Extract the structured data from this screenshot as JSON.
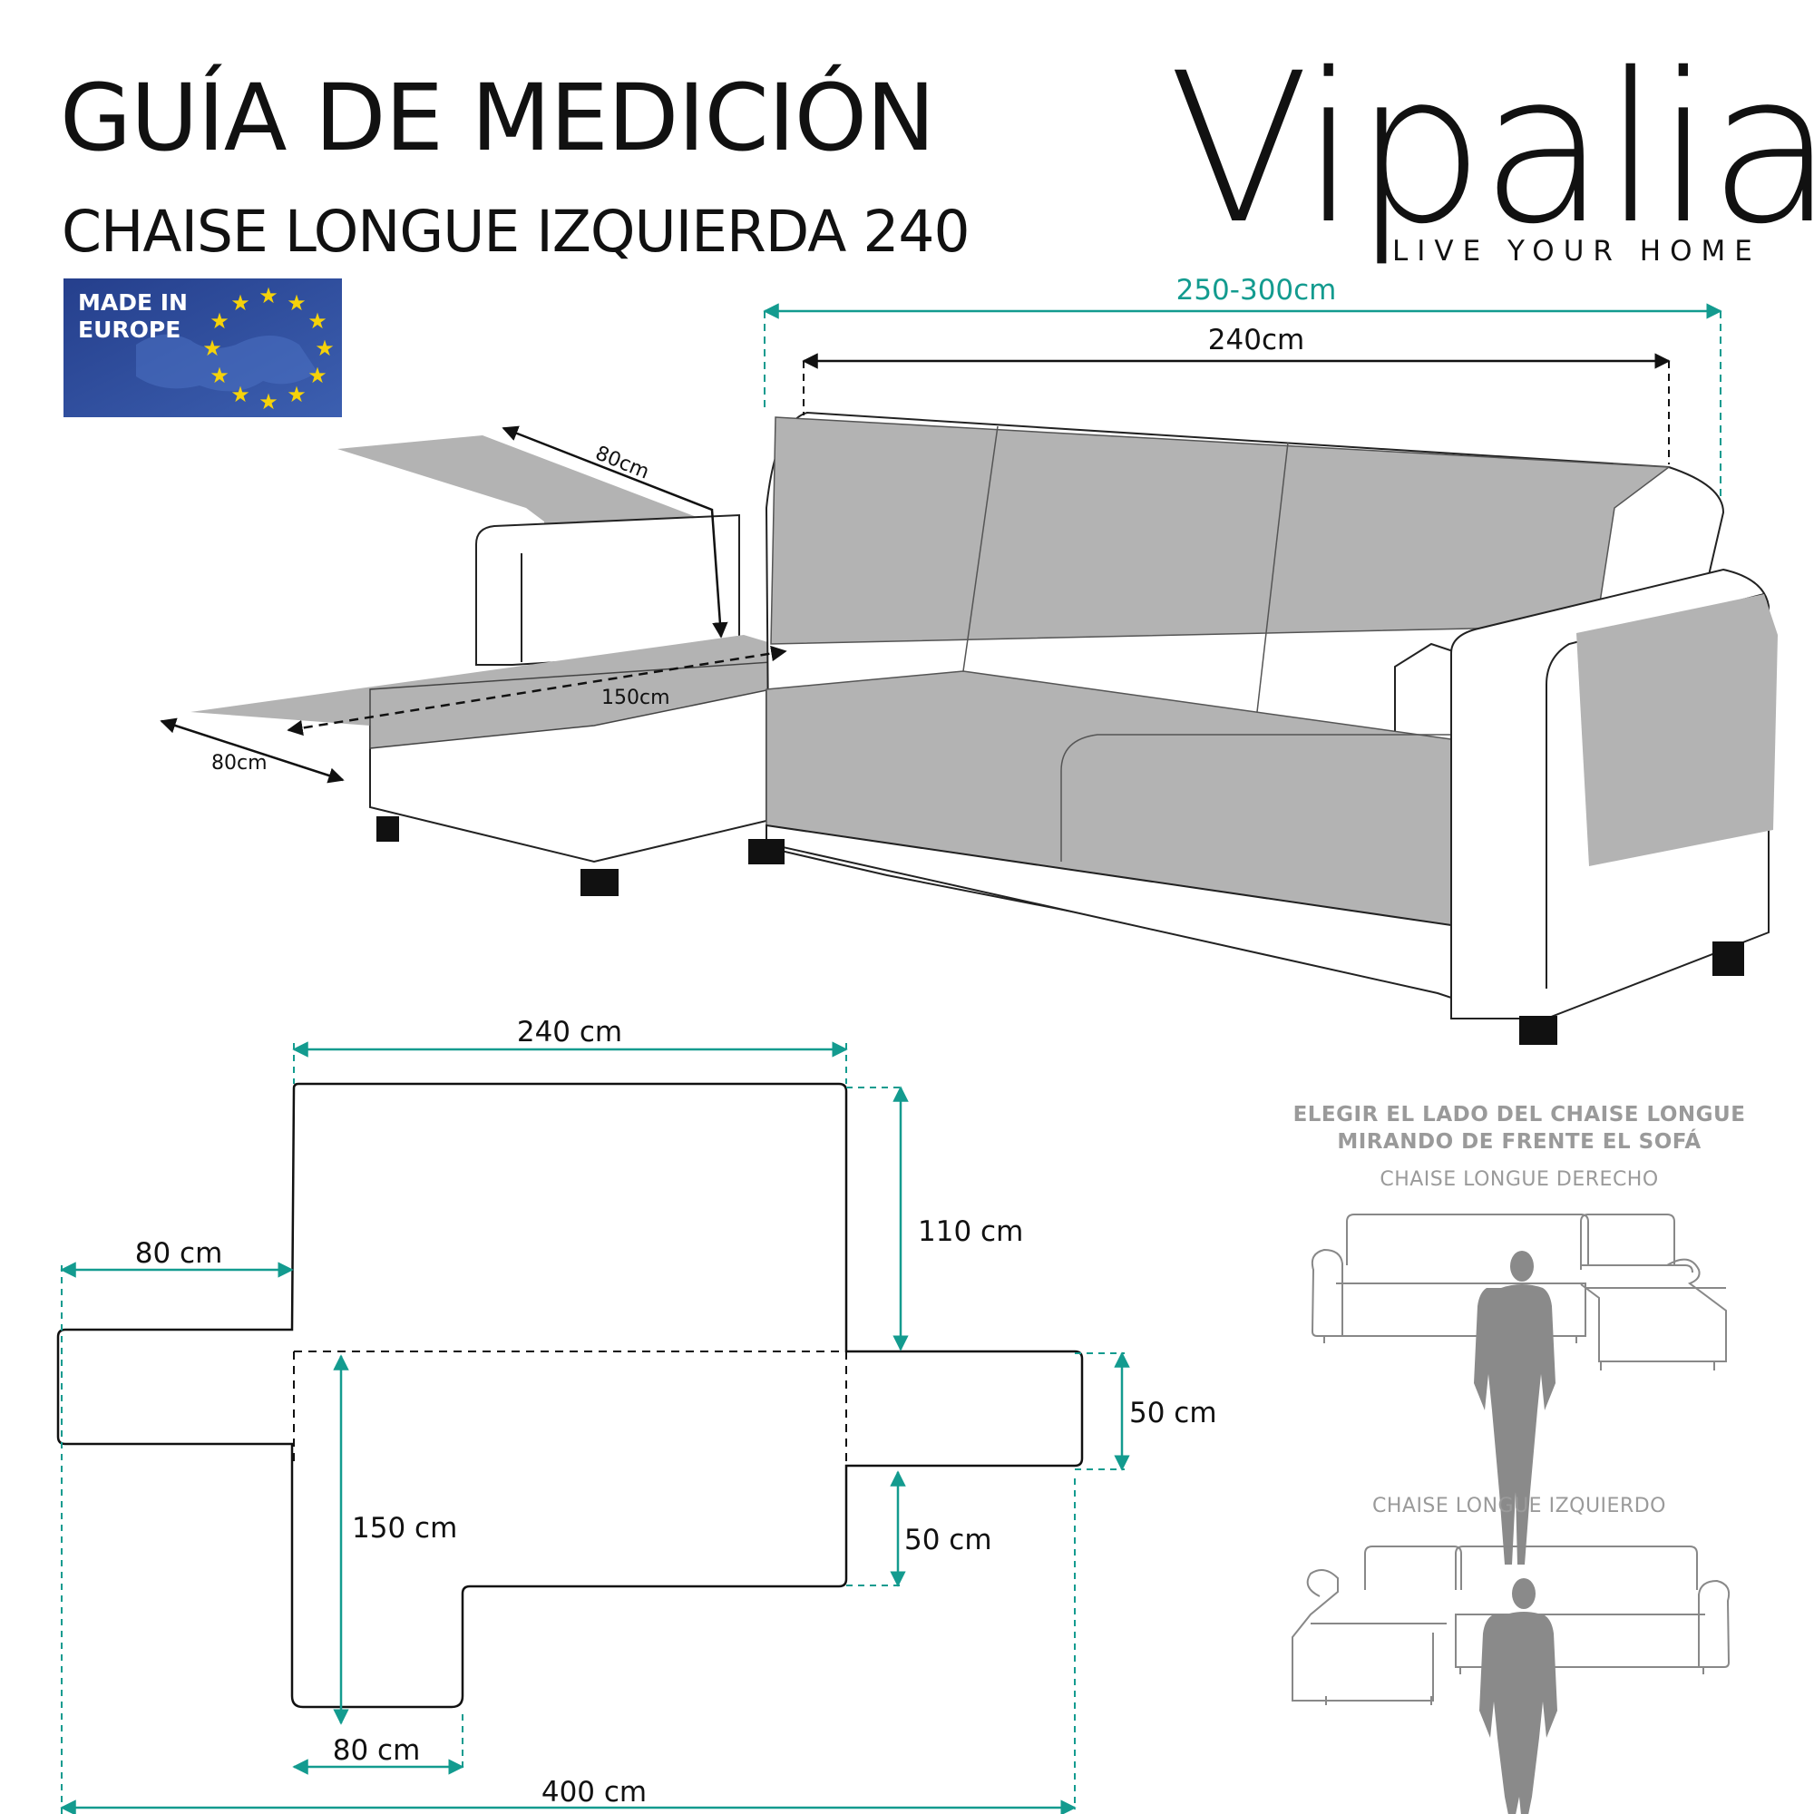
{
  "header": {
    "title": "GUÍA DE MEDICIÓN",
    "subtitle": "CHAISE LONGUE IZQUIERDA 240"
  },
  "brand": {
    "name": "Vipalia",
    "tagline": "LIVE YOUR HOME"
  },
  "badge": {
    "line1": "MADE IN",
    "line2": "EUROPE"
  },
  "sofa_dimensions": {
    "total_range": "250-300cm",
    "backrest_width": "240cm",
    "chaise_back": "80cm",
    "chaise_depth": "150cm",
    "chaise_front": "80cm"
  },
  "flat_dimensions": {
    "top_width": "240 cm",
    "left_arm": "80 cm",
    "back_height": "110 cm",
    "arm_height": "50 cm",
    "seat_front": "50 cm",
    "chaise_length": "150 cm",
    "chaise_width": "80 cm",
    "total_width": "400 cm"
  },
  "side_guide": {
    "heading_line1": "ELEGIR EL LADO DEL CHAISE LONGUE",
    "heading_line2": "MIRANDO DE FRENTE EL SOFÁ",
    "option_right": "CHAISE LONGUE DERECHO",
    "option_left": "CHAISE LONGUE IZQUIERDO"
  },
  "colors": {
    "teal": "#139b8f",
    "cover_gray": "#b3b3b3",
    "eu_blue": "#2c4a9a",
    "star_yellow": "#f5d20a"
  }
}
